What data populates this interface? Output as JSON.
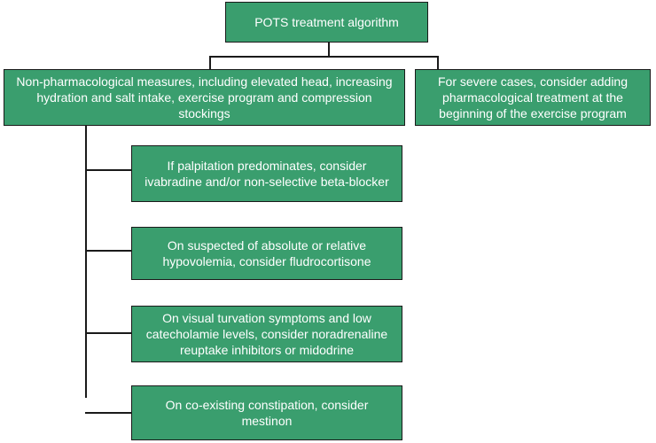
{
  "diagram": {
    "root": "POTS treatment algorithm",
    "left_branch": "Non-pharmacological measures, including elevated head, increasing hydration and salt intake, exercise program and compression stockings",
    "right_branch": "For severe cases, consider adding pharmacological treatment at the beginning of the exercise program",
    "options": [
      "If palpitation predominates, consider ivabradine and/or non-selective beta-blocker",
      "On suspected of absolute or relative hypovolemia, consider fludrocortisone",
      "On visual turvation symptoms and low catecholamie levels, consider noradrenaline reuptake inhibitors or midodrine",
      "On co-existing constipation, consider mestinon"
    ],
    "colors": {
      "box_fill": "#3a9e6e",
      "box_border": "#1a1a1a",
      "text": "#ffffff",
      "connector": "#1a1a1a"
    }
  }
}
